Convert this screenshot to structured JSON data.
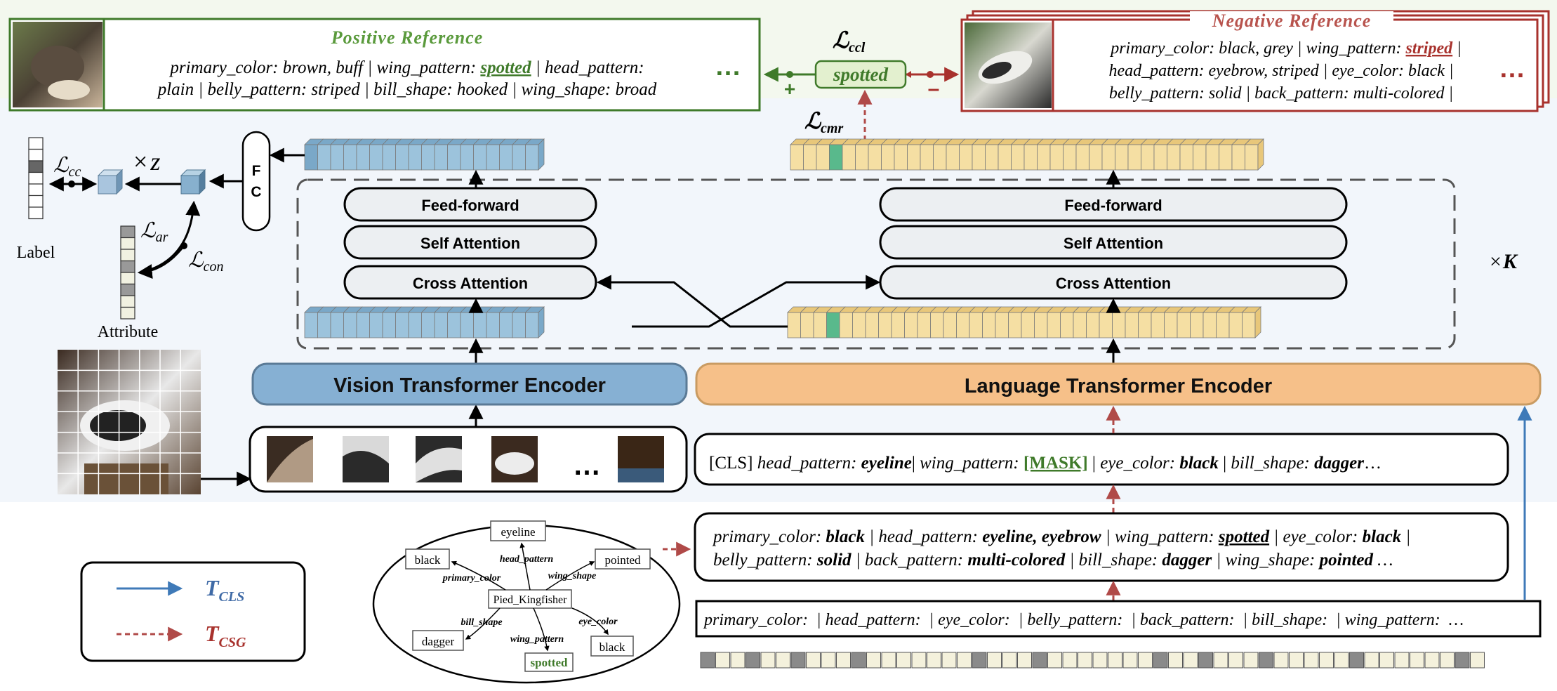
{
  "positive_reference": {
    "title": "Positive Reference",
    "line1_before": "primary_color: brown, buff | wing_pattern: ",
    "line1_highlight": "spotted",
    "line1_after": " | head_pattern:",
    "line2": "plain | belly_pattern: striped | bill_shape: hooked | wing_shape: broad",
    "ellipsis": "…"
  },
  "negative_reference": {
    "title": "Negative Reference",
    "line1_before": "primary_color: black, grey | wing_pattern: ",
    "line1_highlight": "striped",
    "line1_after": " |",
    "line2": "head_pattern: eyebrow, striped | eye_color: black |",
    "line3": "belly_pattern: solid | back_pattern: multi-colored |",
    "ellipsis": "…"
  },
  "center_token": "spotted",
  "plus_sign": "+",
  "minus_sign": "–",
  "losses": {
    "ccl_L": "ℒ",
    "ccl_sub": "ccl",
    "cmr_L": "ℒ",
    "cmr_sub": "cmr",
    "cc_L": "ℒ",
    "cc_sub": "cc",
    "ar_L": "ℒ",
    "ar_sub": "ar",
    "con_L": "ℒ",
    "con_sub": "con"
  },
  "times_z": {
    "times": "×",
    "z": "z"
  },
  "times_k": {
    "times": "×",
    "k": "K"
  },
  "fc_label": {
    "f": "F",
    "c": "C"
  },
  "label_text": "Label",
  "attribute_text": "Attribute",
  "vision_stack": [
    "Feed-forward",
    "Self Attention",
    "Cross Attention"
  ],
  "language_stack": [
    "Feed-forward",
    "Self Attention",
    "Cross Attention"
  ],
  "vision_encoder": "Vision Transformer Encoder",
  "language_encoder": "Language Transformer Encoder",
  "patch_ellipsis": "…",
  "masked_prompt": {
    "p1": "[CLS] ",
    "p2": "head_pattern: ",
    "p3": "eyeline",
    "p4": "| ",
    "p5": "wing_pattern: ",
    "p6": "[MASK]",
    "p7": " | ",
    "p8": "eye_color: ",
    "p9": "black",
    "p10": " | ",
    "p11": "bill_shape: ",
    "p12": "dagger",
    "p13": "…"
  },
  "full_prompt": {
    "l1": [
      "primary_color: ",
      "black",
      " | head_pattern: ",
      "eyeline, eyebrow",
      " | wing_pattern: ",
      "spotted",
      " | eye_color: ",
      "black",
      " |"
    ],
    "l2": [
      "belly_pattern: ",
      "solid",
      " | back_pattern: ",
      "multi-colored",
      " | bill_shape: ",
      "dagger",
      " | wing_shape: ",
      "pointed",
      " …"
    ]
  },
  "template_prompt": "primary_color:  | head_pattern:  | eye_color:  | belly_pattern:  | back_pattern:  | bill_shape:  | wing_pattern:  …",
  "graph": {
    "center": "Pied_Kingfisher",
    "nodes": {
      "eyeline": "eyeline",
      "pointed": "pointed",
      "black1": "black",
      "dagger": "dagger",
      "spotted": "spotted",
      "black2": "black"
    },
    "edges": {
      "head_pattern": "head_pattern",
      "wing_shape": "wing_shape",
      "primary_color": "primary_color",
      "bill_shape": "bill_shape",
      "wing_pattern": "wing_pattern",
      "eye_color": "eye_color"
    }
  },
  "legend": {
    "t_cls": "T",
    "t_cls_sub": "CLS",
    "t_csg": "T",
    "t_csg_sub": "CSG"
  },
  "colors": {
    "green": "#3f7a2a",
    "red": "#a8322d",
    "blue_cell": "#9cc3dc",
    "blue_dark": "#7aa8c8",
    "orange_cell": "#f5dfa3",
    "orange_dark": "#e8c77a",
    "mint": "#59b98c",
    "encoder_blue": "#86b0d3",
    "encoder_orange": "#f6c089",
    "tcls_blue": "#3f7ab8",
    "tcsg_red": "#b04a48"
  }
}
